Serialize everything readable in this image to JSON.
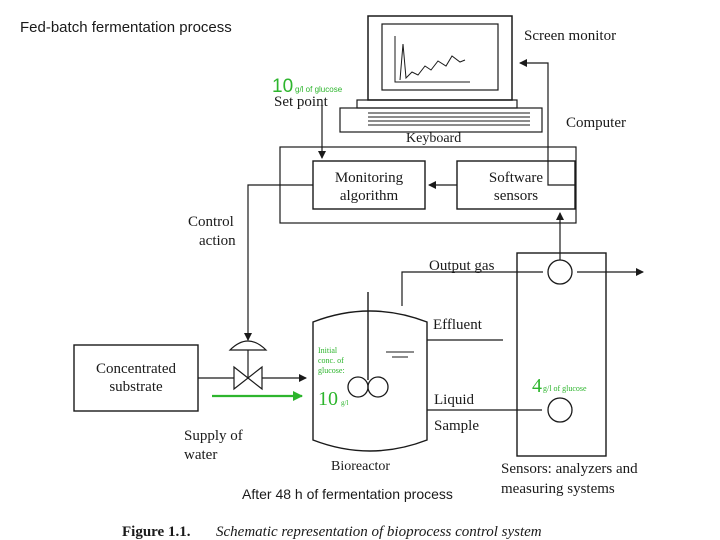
{
  "title": "Fed-batch fermentation process",
  "set_point": {
    "value": "10",
    "unit": "g/l of glucose",
    "label": "Set point"
  },
  "screen_monitor": "Screen monitor",
  "keyboard": "Keyboard",
  "computer": "Computer",
  "monitoring_algorithm": {
    "line1": "Monitoring",
    "line2": "algorithm"
  },
  "software_sensors": {
    "line1": "Software",
    "line2": "sensors"
  },
  "control_action": {
    "line1": "Control",
    "line2": "action"
  },
  "output_gas": "Output gas",
  "effluent": "Effluent",
  "concentrated_substrate": {
    "line1": "Concentrated",
    "line2": "substrate"
  },
  "initial_conc": {
    "line1": "Initial",
    "line2": "conc. of",
    "line3": "glucose:",
    "value": "10",
    "unit": "g/l"
  },
  "liquid_sample": {
    "line1": "Liquid",
    "line2": "Sample"
  },
  "sensor_reading": {
    "value": "4",
    "unit": "g/l of glucose"
  },
  "supply_of_water": {
    "line1": "Supply of",
    "line2": "water"
  },
  "bioreactor": "Bioreactor",
  "sensors_label": {
    "line1": "Sensors: analyzers and",
    "line2": "measuring systems"
  },
  "after_time": "After 48 h of fermentation process",
  "caption": {
    "prefix": "Figure 1.1.",
    "text": "Schematic representation of bioprocess control system"
  },
  "colors": {
    "highlight": "#2db52d",
    "line": "#1a1a1a"
  }
}
